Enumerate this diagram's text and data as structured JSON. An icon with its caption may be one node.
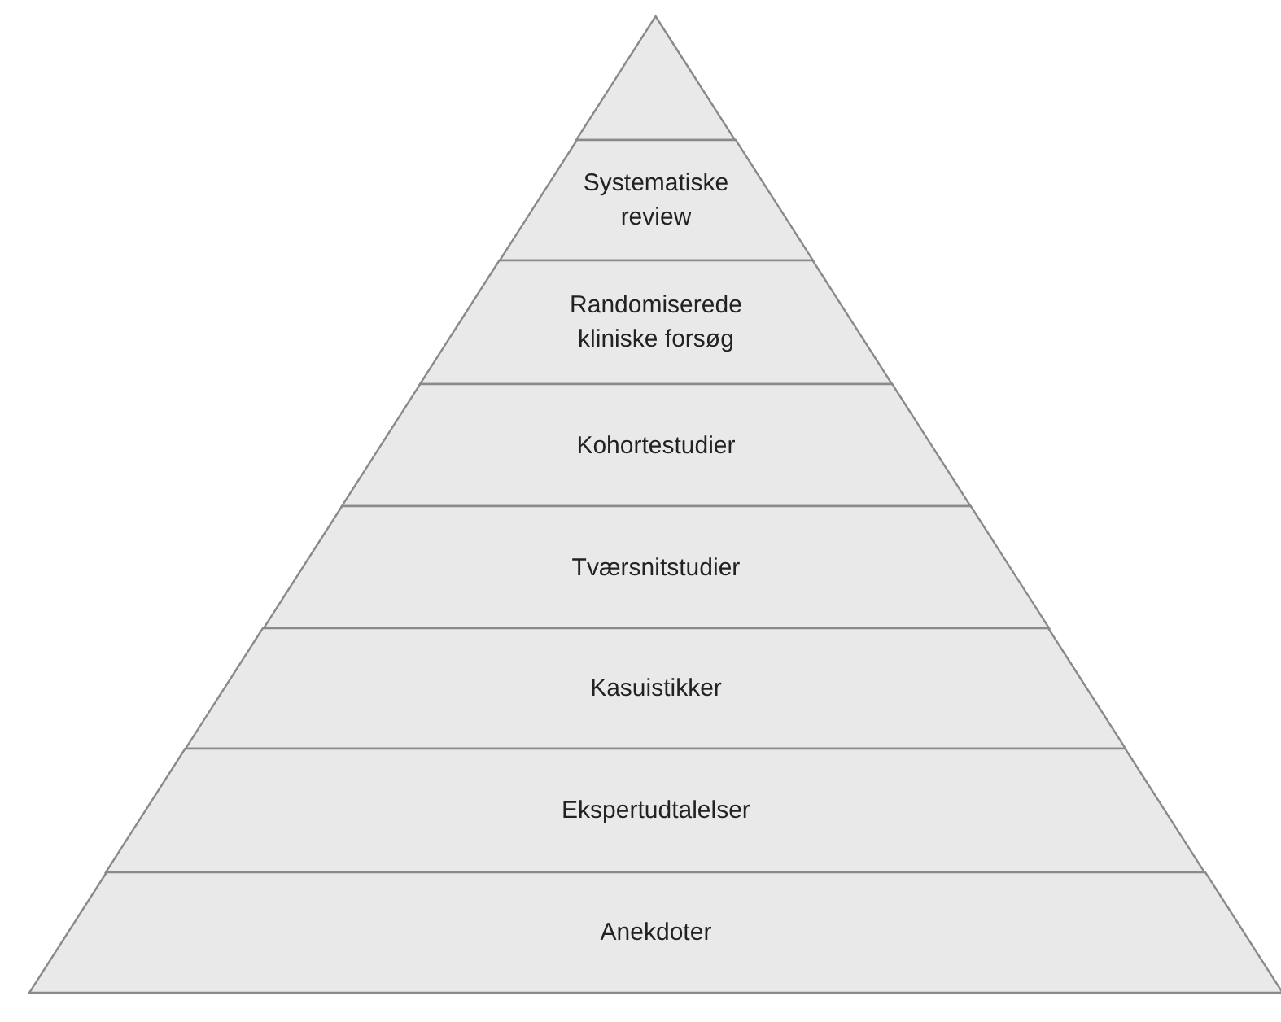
{
  "diagram": {
    "nodes": [
      {
        "text": [],
        "shape": "triangle"
      },
      {
        "text": [
          "Systematiske review"
        ]
      },
      {
        "text": [
          "Randomiserede kliniske forsøg"
        ]
      },
      {
        "text": [
          "Kohortestudier"
        ]
      },
      {
        "text": [
          "Tværsnitstudier"
        ]
      },
      {
        "text": [
          "Kasuistikker"
        ]
      },
      {
        "text": [
          "Ekspertudtalelser"
        ]
      },
      {
        "text": [
          "Anekdoter"
        ]
      }
    ]
  }
}
